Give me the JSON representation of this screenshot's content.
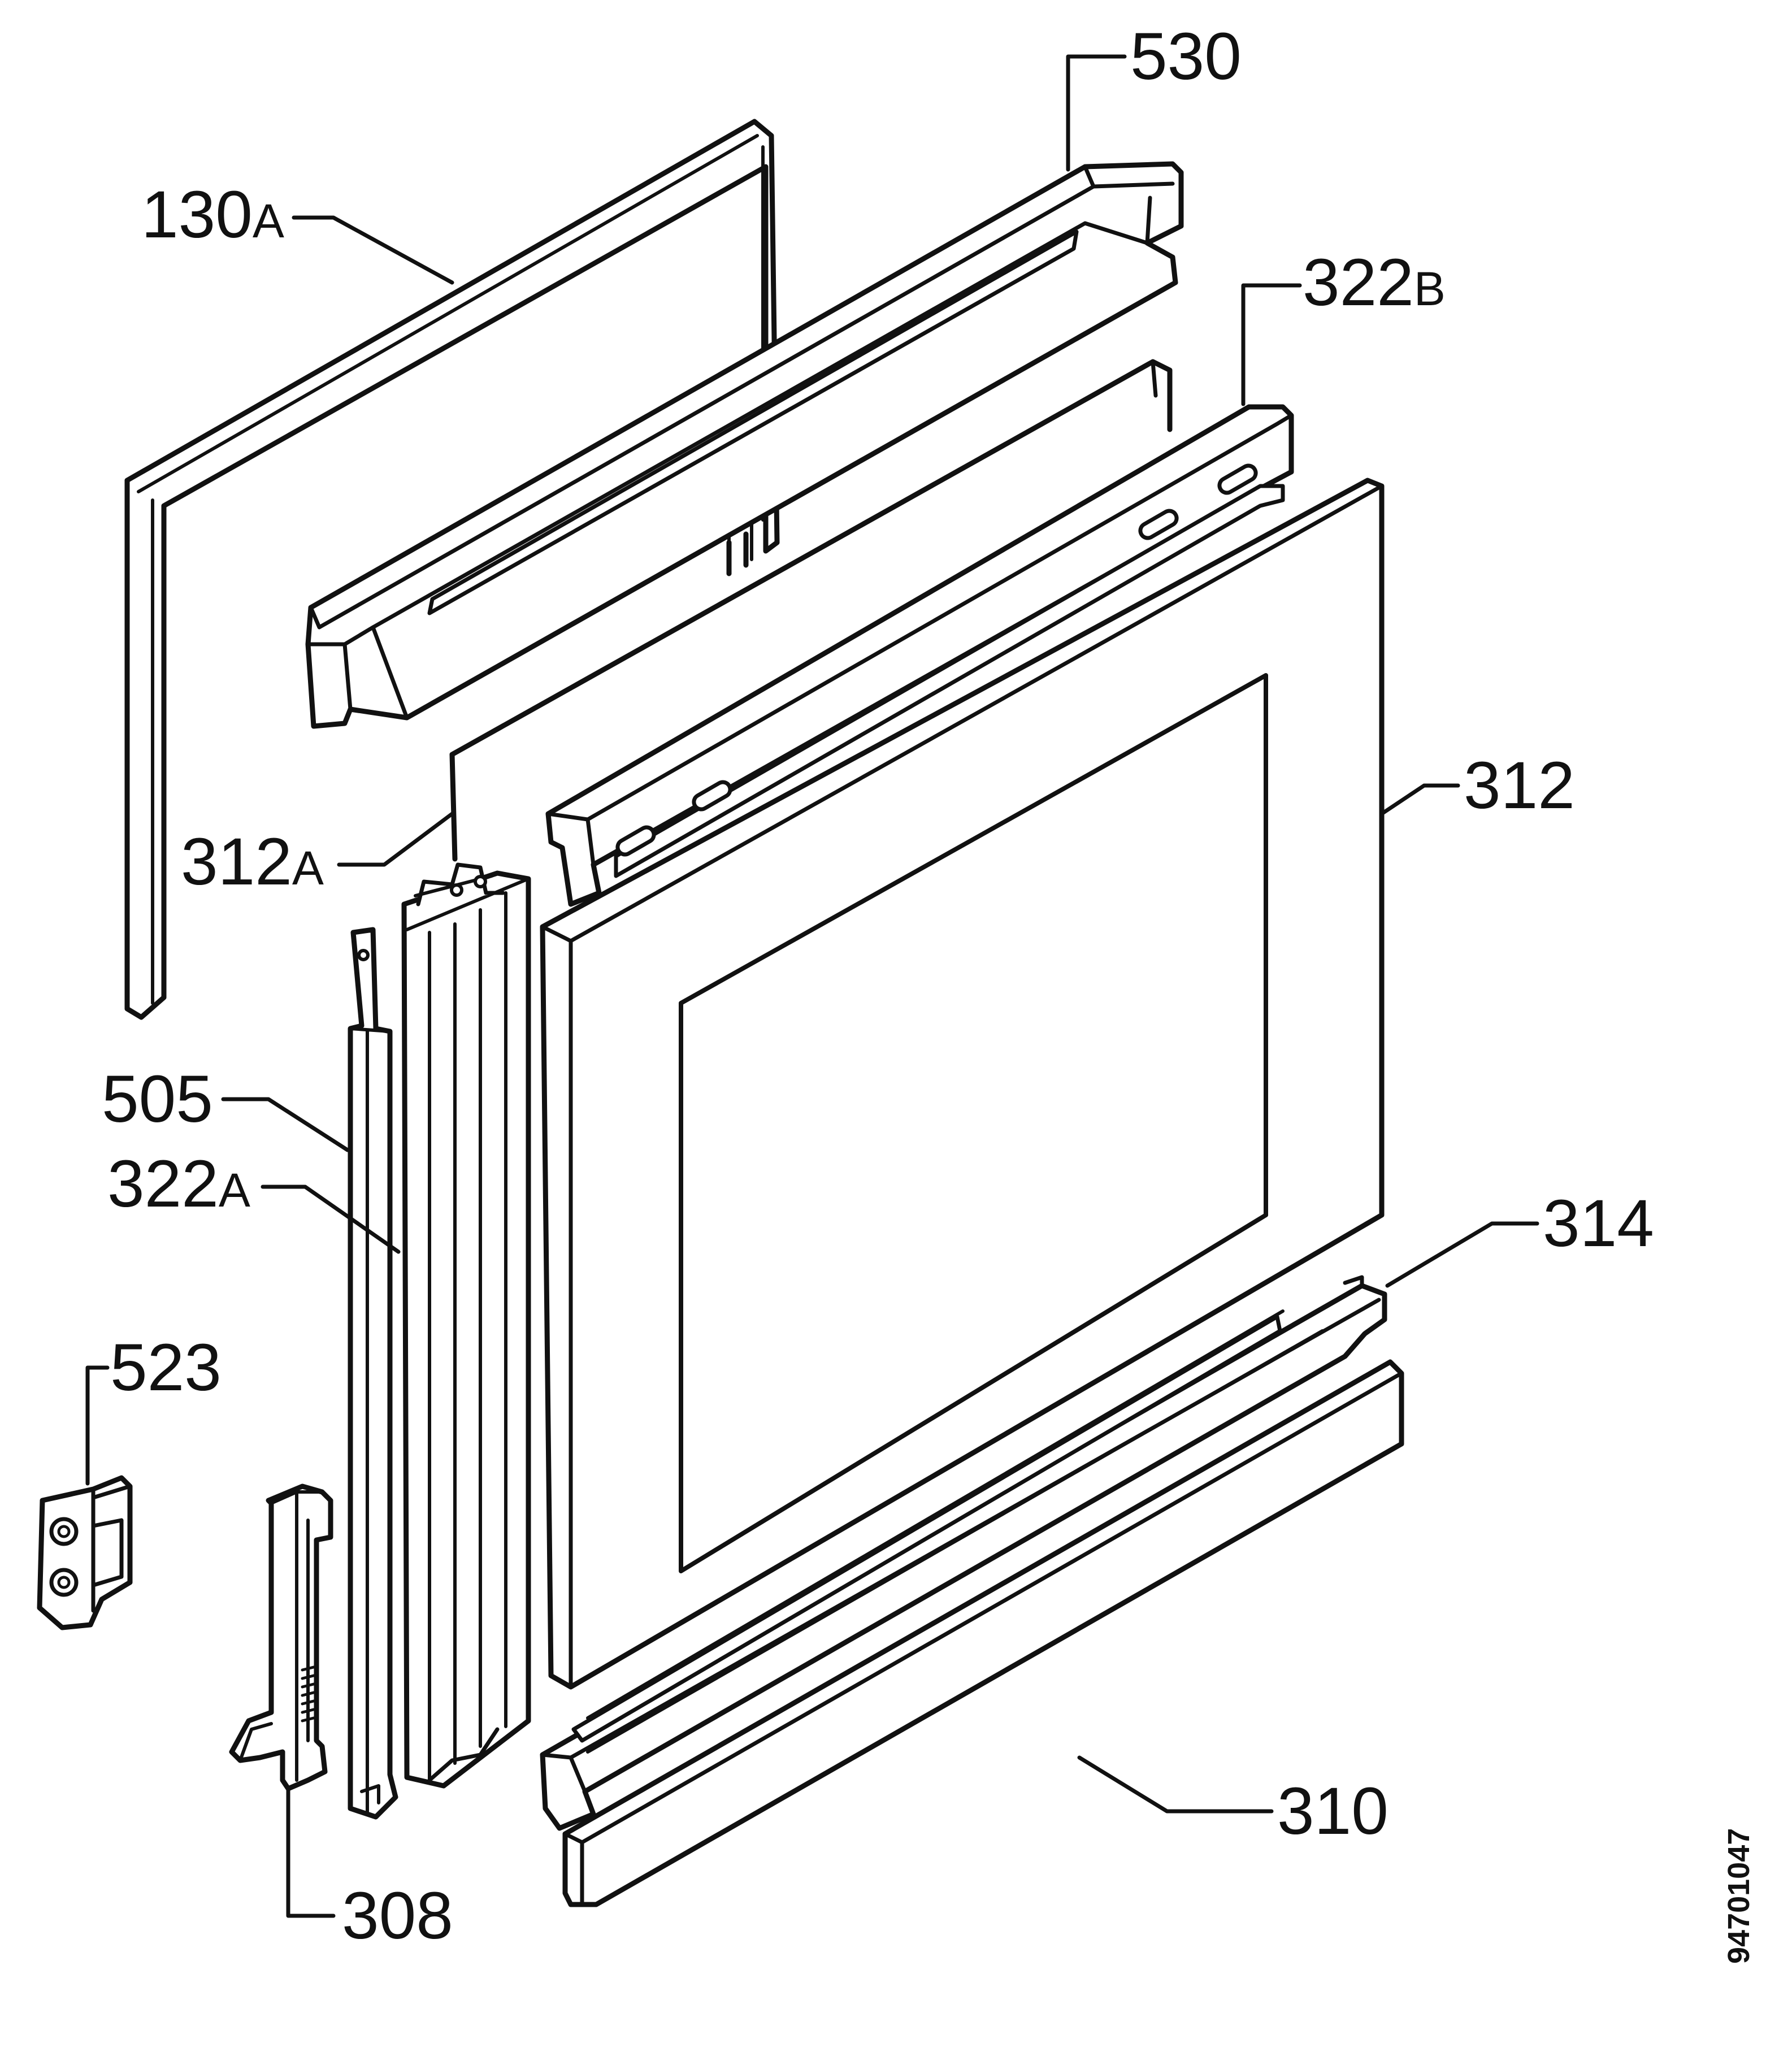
{
  "parts": {
    "p530": {
      "main": "530",
      "suffix": ""
    },
    "p130a": {
      "main": "130",
      "suffix": "A"
    },
    "p322b": {
      "main": "322",
      "suffix": "B"
    },
    "p312": {
      "main": "312",
      "suffix": ""
    },
    "p312a": {
      "main": "312",
      "suffix": "A"
    },
    "p505": {
      "main": "505",
      "suffix": ""
    },
    "p322a": {
      "main": "322",
      "suffix": "A"
    },
    "p314": {
      "main": "314",
      "suffix": ""
    },
    "p523": {
      "main": "523",
      "suffix": ""
    },
    "p310": {
      "main": "310",
      "suffix": ""
    },
    "p308": {
      "main": "308",
      "suffix": ""
    }
  },
  "drawing_code": "94701047",
  "colors": {
    "ink": "#111111",
    "fill": "#f5f5f5",
    "paper": "#ffffff"
  }
}
